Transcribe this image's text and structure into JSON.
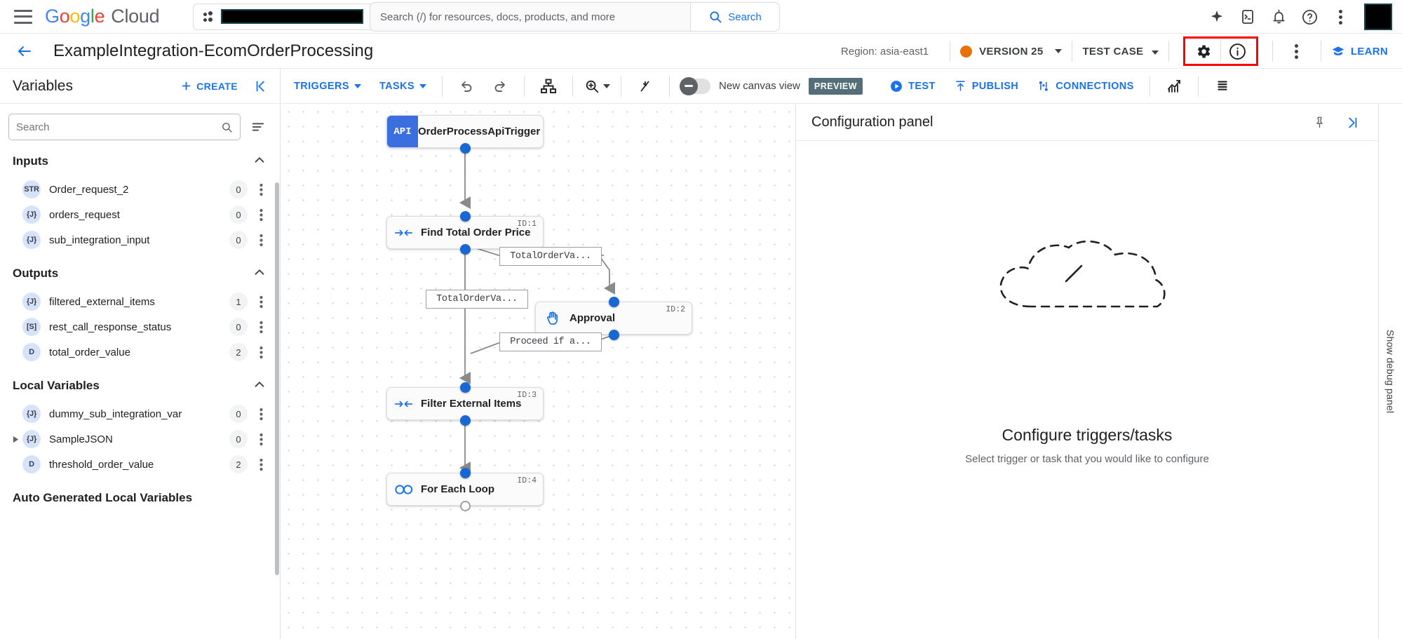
{
  "header": {
    "menu_icon": "hamburger-menu-icon",
    "brand_google": "Google",
    "brand_cloud": "Cloud",
    "project_picker_label": "",
    "search": {
      "placeholder": "Search (/) for resources, docs, products, and more",
      "value": "",
      "button_label": "Search",
      "icon": "search-icon"
    },
    "icons": [
      "gemini-spark-icon",
      "cloud-shell-icon",
      "notifications-bell-icon",
      "help-question-icon",
      "more-vert-icon"
    ],
    "avatar": "user-avatar"
  },
  "subheader": {
    "back_icon": "back-arrow-icon",
    "title": "ExampleIntegration-EcomOrderProcessing",
    "region": "Region: asia-east1",
    "version_label": "VERSION 25",
    "version_dot_color": "#E8710A",
    "test_case_label": "TEST CASE",
    "settings_icon": "gear-icon",
    "info_icon": "info-circle-icon",
    "overflow_icon": "more-vert-icon",
    "learn_label": "LEARN",
    "highlight_color": "#FF0000"
  },
  "toolbar": {
    "triggers_label": "TRIGGERS",
    "tasks_label": "TASKS",
    "undo_icon": "undo-icon",
    "redo_icon": "redo-icon",
    "layout_icon": "auto-layout-icon",
    "zoom_icon": "zoom-icon",
    "magic_icon": "magic-wand-icon",
    "canvas_toggle_label": "New canvas view",
    "canvas_toggle_state": "off",
    "preview_badge": "PREVIEW",
    "test_label": "TEST",
    "publish_label": "PUBLISH",
    "connections_label": "CONNECTIONS",
    "analytics_icon": "analytics-chart-icon",
    "logs_icon": "logs-list-icon"
  },
  "variables_panel": {
    "title": "Variables",
    "create_label": "CREATE",
    "collapse_icon": "collapse-panel-icon",
    "search_placeholder": "Search",
    "search_value": "",
    "sort_icon": "sort-icon",
    "sections": [
      {
        "name": "Inputs",
        "items": [
          {
            "badge": "STR",
            "name": "Order_request_2",
            "count": "0",
            "expandable": false
          },
          {
            "badge": "{J}",
            "name": "orders_request",
            "count": "0",
            "expandable": false
          },
          {
            "badge": "{J}",
            "name": "sub_integration_input",
            "count": "0",
            "expandable": false
          }
        ]
      },
      {
        "name": "Outputs",
        "items": [
          {
            "badge": "{J}",
            "name": "filtered_external_items",
            "count": "1",
            "expandable": false
          },
          {
            "badge": "[S]",
            "name": "rest_call_response_status",
            "count": "0",
            "expandable": false
          },
          {
            "badge": "D",
            "name": "total_order_value",
            "count": "2",
            "expandable": false
          }
        ]
      },
      {
        "name": "Local Variables",
        "items": [
          {
            "badge": "{J}",
            "name": "dummy_sub_integration_var",
            "count": "0",
            "expandable": false
          },
          {
            "badge": "{J}",
            "name": "SampleJSON",
            "count": "0",
            "expandable": true
          },
          {
            "badge": "D",
            "name": "threshold_order_value",
            "count": "2",
            "expandable": false
          }
        ]
      },
      {
        "name": "Auto Generated Local Variables",
        "items": []
      }
    ]
  },
  "canvas": {
    "nodes": [
      {
        "id": "",
        "title": "OrderProcessApiTrigger",
        "icon": "api-trigger-icon",
        "type": "trigger"
      },
      {
        "id": "ID:1",
        "title": "Find Total Order Price",
        "icon": "data-mapping-icon",
        "type": "task"
      },
      {
        "id": "ID:2",
        "title": "Approval",
        "icon": "approval-hand-icon",
        "type": "task"
      },
      {
        "id": "ID:3",
        "title": "Filter External Items",
        "icon": "data-mapping-icon",
        "type": "task"
      },
      {
        "id": "ID:4",
        "title": "For Each Loop",
        "icon": "loop-infinity-icon",
        "type": "task"
      }
    ],
    "edge_labels": [
      "TotalOrderVa...",
      "TotalOrderVa...",
      "Proceed if a..."
    ]
  },
  "config_panel": {
    "title": "Configuration panel",
    "pin_icon": "pin-icon",
    "expand_icon": "expand-panel-icon",
    "empty_title": "Configure triggers/tasks",
    "empty_sub": "Select trigger or task that you would like to configure",
    "empty_icon": "dashed-cloud-icon"
  },
  "debug_strip": {
    "label": "Show debug panel"
  }
}
